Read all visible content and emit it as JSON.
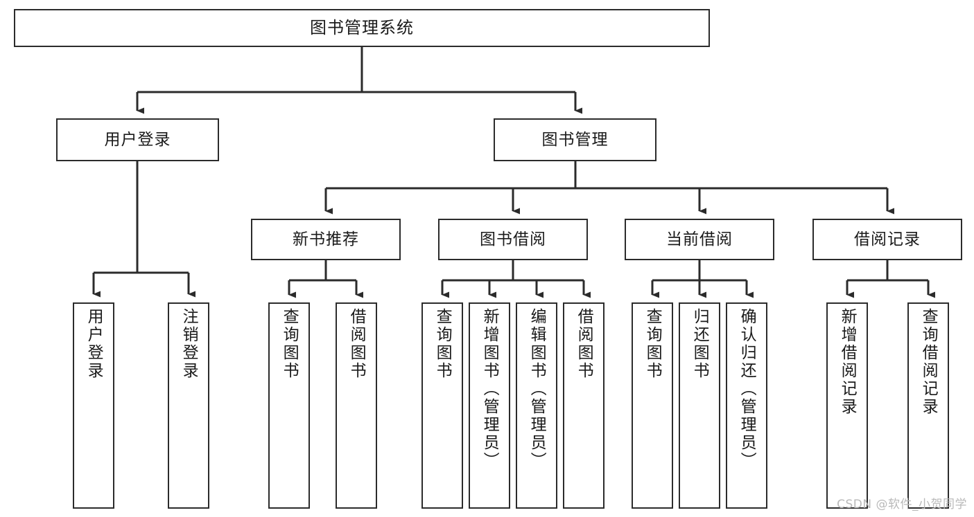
{
  "diagram": {
    "title": "图书管理系统",
    "type": "tree",
    "watermark": "CSDN @软件_小贺同学",
    "colors": {
      "box_border": "#2b2b2b",
      "box_fill": "#ffffff",
      "connector": "#2b2b2b",
      "text": "#1a1a1a",
      "watermark": "#b9b9b9",
      "background": "#ffffff"
    },
    "nodes": {
      "root": {
        "label": "图书管理系统"
      },
      "level2": [
        {
          "label": "用户登录"
        },
        {
          "label": "图书管理"
        }
      ],
      "level3": [
        {
          "label": "新书推荐"
        },
        {
          "label": "图书借阅"
        },
        {
          "label": "当前借阅"
        },
        {
          "label": "借阅记录"
        }
      ],
      "leaves_user_login": [
        {
          "label": "用户登录"
        },
        {
          "label": "注销登录"
        }
      ],
      "leaves_new_book": [
        {
          "label": "查询图书"
        },
        {
          "label": "借阅图书"
        }
      ],
      "leaves_borrow": [
        {
          "label": "查询图书"
        },
        {
          "label": "新增图书（管理员）"
        },
        {
          "label": "编辑图书（管理员）"
        },
        {
          "label": "借阅图书"
        }
      ],
      "leaves_current": [
        {
          "label": "查询图书"
        },
        {
          "label": "归还图书"
        },
        {
          "label": "确认归还（管理员）"
        }
      ],
      "leaves_records": [
        {
          "label": "新增借阅记录"
        },
        {
          "label": "查询借阅记录"
        }
      ]
    }
  }
}
